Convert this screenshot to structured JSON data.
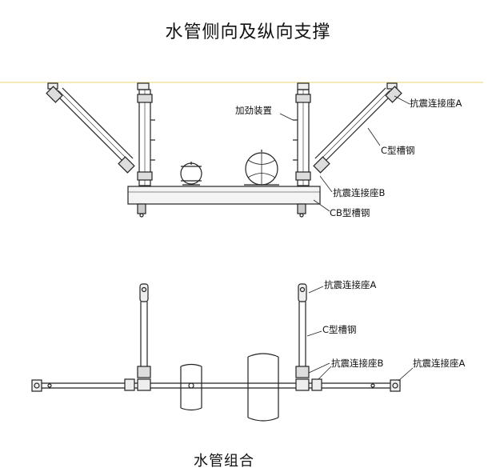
{
  "title": "水管侧向及纵向支撑",
  "subtitle": "水管组合",
  "top_labels": {
    "stiffener": "加劲装置",
    "conn_a": "抗震连接座A",
    "c_channel": "C型槽钢",
    "conn_b": "抗震连接座B",
    "cb_channel": "CB型槽钢"
  },
  "bottom_labels": {
    "conn_a_top": "抗震连接座A",
    "c_channel": "C型槽钢",
    "conn_b": "抗震连接座B",
    "conn_a_right": "抗震连接座A"
  },
  "colors": {
    "ceiling": "#f2e9a8",
    "line": "#222222"
  }
}
